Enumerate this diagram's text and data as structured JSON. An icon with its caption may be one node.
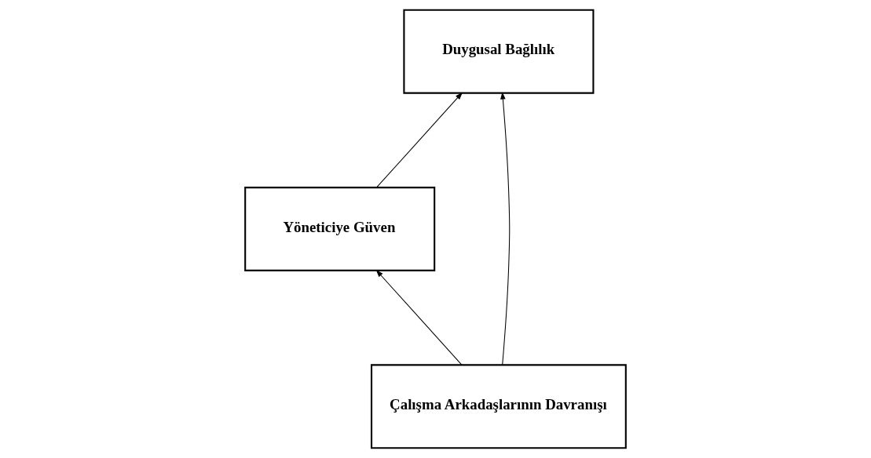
{
  "diagram": {
    "nodes": [
      {
        "text": [
          "Yöneticiye Güven"
        ]
      },
      {
        "text": [
          "Çalışma Arkadaşlarının Davranışı"
        ]
      },
      {
        "text": [
          "Duygusal Bağlılık"
        ]
      }
    ],
    "edges": [
      {
        "from": 1,
        "to": 0,
        "arrow": "to"
      },
      {
        "from": 0,
        "to": 2,
        "arrow": "to"
      },
      {
        "from": 1,
        "to": 2,
        "arrow": "to"
      }
    ]
  }
}
